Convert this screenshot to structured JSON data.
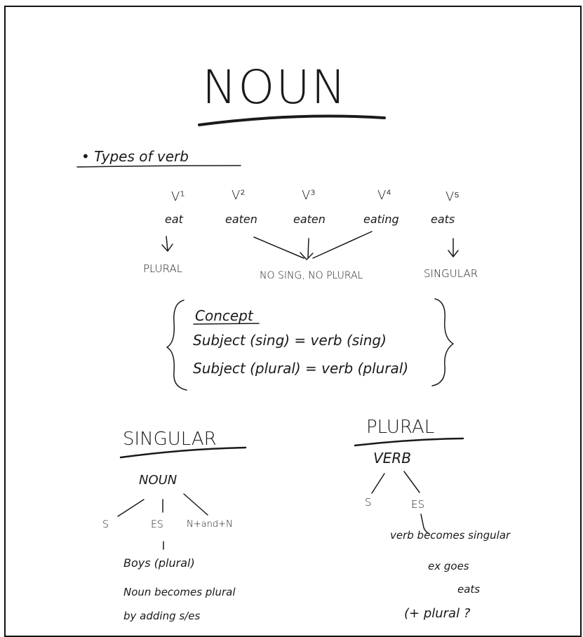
{
  "title": "NOUN",
  "types_heading": "• Types of verb",
  "verb_forms": [
    {
      "label": "V¹",
      "word": "eat"
    },
    {
      "label": "V²",
      "word": "eaten"
    },
    {
      "label": "V³",
      "word": "eaten"
    },
    {
      "label": "V⁴",
      "word": "eating"
    },
    {
      "label": "V⁵",
      "word": "eats"
    }
  ],
  "outcomes": {
    "plural": "PLURAL",
    "neither": "NO SING, NO PLURAL",
    "singular": "SINGULAR"
  },
  "concept": {
    "heading": "Concept",
    "line1": "Subject (sing) = verb (sing)",
    "line2": "Subject (plural) = verb (plural)"
  },
  "singular_section": {
    "heading": "SINGULAR",
    "sub": "NOUN",
    "branches": [
      "S",
      "ES",
      "N+and+N"
    ],
    "example": "Boys (plural)",
    "note1": "Noun becomes plural",
    "note2": "by adding s/es"
  },
  "plural_section": {
    "heading": "PLURAL",
    "sub": "VERB",
    "branches": [
      "S",
      "ES"
    ],
    "note": "verb becomes singular",
    "example1": "ex goes",
    "example2": "eats",
    "bottom": "(+ plural ?"
  }
}
